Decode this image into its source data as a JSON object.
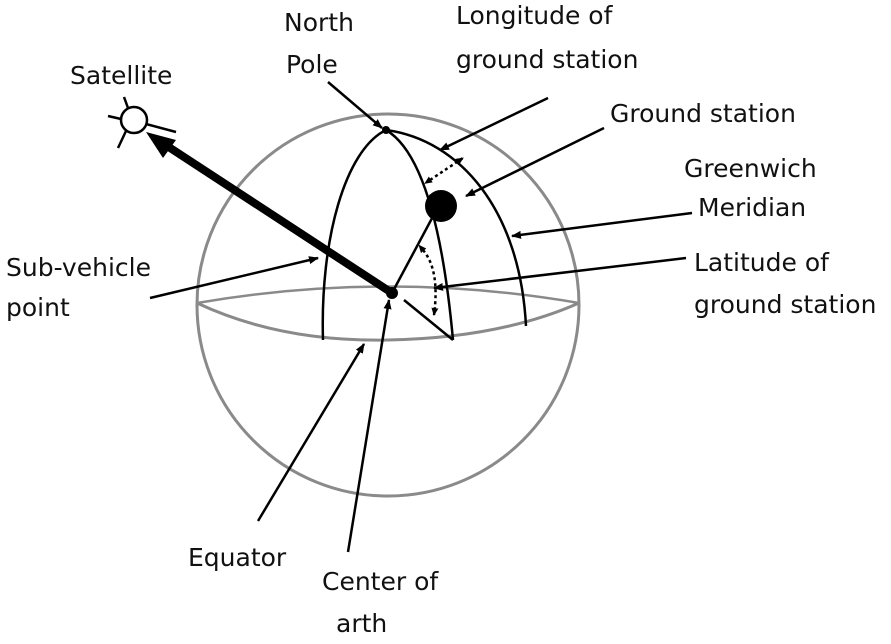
{
  "labels": {
    "north_pole": [
      "North",
      "Pole"
    ],
    "longitude": [
      "Longitude of",
      "ground station"
    ],
    "satellite": [
      "Satellite"
    ],
    "ground_station": [
      "Ground station"
    ],
    "greenwich": [
      "Greenwich",
      "Meridian"
    ],
    "sub_vehicle": [
      "Sub-vehicle",
      "point"
    ],
    "latitude": [
      "Latitude of",
      "ground station"
    ],
    "equator": [
      "Equator"
    ],
    "center": [
      "Center of",
      "arth"
    ]
  },
  "colors": {
    "sphere_outline": "#8a8a8a",
    "ink": "#000000",
    "text": "#111111"
  }
}
